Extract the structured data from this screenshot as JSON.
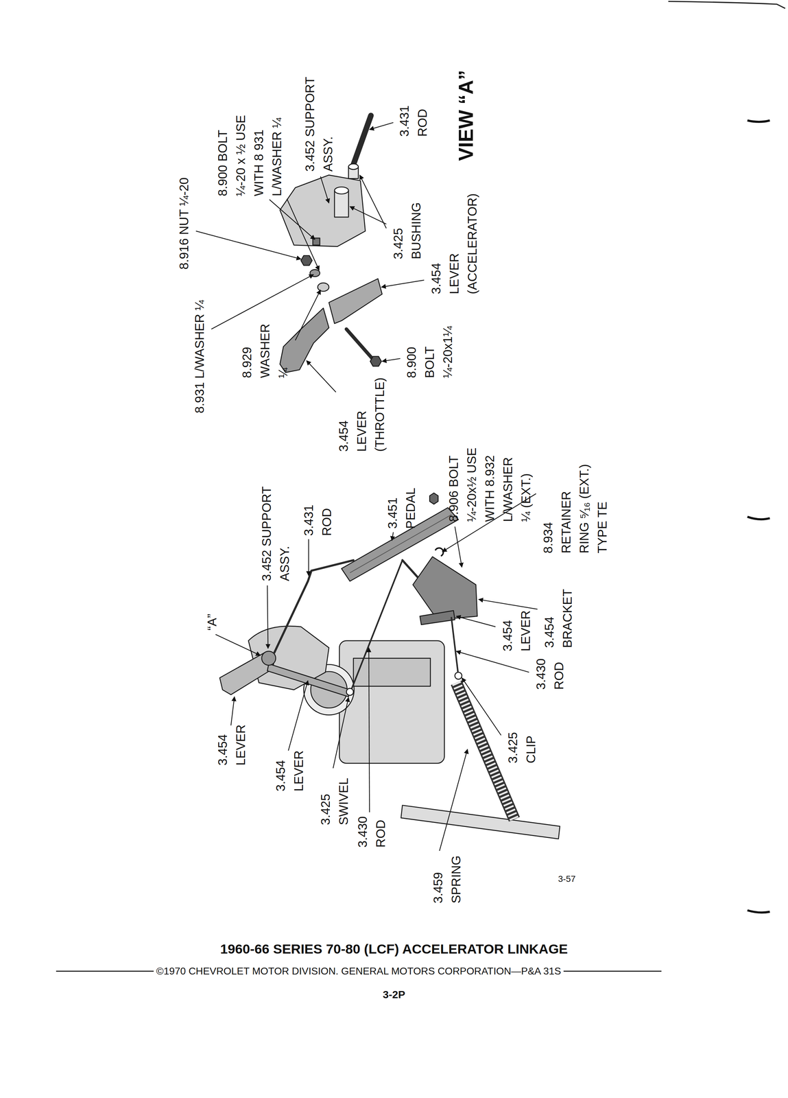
{
  "diagram": {
    "title": "1960-66 SERIES 70-80 (LCF) ACCELERATOR LINKAGE",
    "caption": "©1970 CHEVROLET MOTOR DIVISION. GENERAL MOTORS CORPORATION—P&A 31S",
    "labels": [
      "3.454 LEVER",
      "3.454 LEVER",
      "3.425 SWIVEL",
      "3.430 ROD",
      "3.459 SPRING",
      "3.425 CLIP",
      "3.430 ROD",
      "3.454 LEVER",
      "3.454 BRACKET",
      "8.934 RETAINER RING ⁵⁄₁₆ (EXT.) TYPE TE",
      "8.906 BOLT ¼-20x½ USE WITH 8.932 L/WASHER ¼ (EXT.)",
      "3.451 PEDAL",
      "3.431 ROD",
      "3.452 SUPPORT ASSY.",
      "“A”",
      "3.454 LEVER (THROTTLE)",
      "8.931 L/WASHER ¼",
      "8.929 WASHER ¼",
      "8.900 BOLT ¼-20x1¼",
      "3.454 LEVER (ACCELERATOR)",
      "8.916 NUT ¼-20",
      "8.900 BOLT ¼-20 x ½ USE WITH 8 931 L/WASHER ¼",
      "3.425 BUSHING",
      "3.452 SUPPORT ASSY.",
      "3.431 ROD",
      "VIEW “A”",
      "3-57",
      "3-2P"
    ]
  }
}
